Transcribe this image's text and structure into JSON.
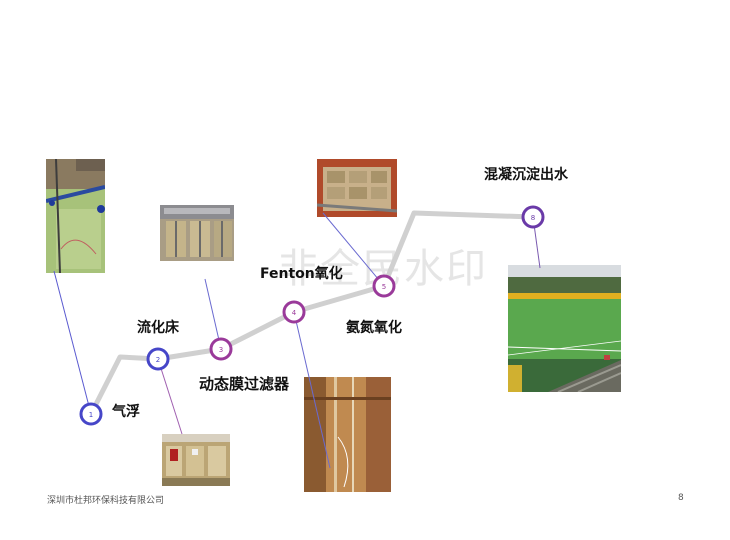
{
  "watermark": "非全民水印",
  "footer": {
    "company": "深圳市杜邦环保科技有限公司",
    "page_number": "8"
  },
  "steps": [
    {
      "number": "1",
      "label": "气浮"
    },
    {
      "number": "2",
      "label": "流化床"
    },
    {
      "number": "3",
      "label": "动态膜过滤器"
    },
    {
      "number": "4",
      "label": "Fenton氧化"
    },
    {
      "number": "5",
      "label": "氨氮氧化"
    },
    {
      "number": "8",
      "label": "混凝沉淀出水"
    }
  ],
  "colors": {
    "flow_line": "#d0d0d0",
    "node_blue": "#4646c8",
    "node_purple": "#9a3a9a",
    "node_violet": "#6a3aa8",
    "leader_blue": "#5a5ad0",
    "leader_purple": "#a060b0"
  }
}
